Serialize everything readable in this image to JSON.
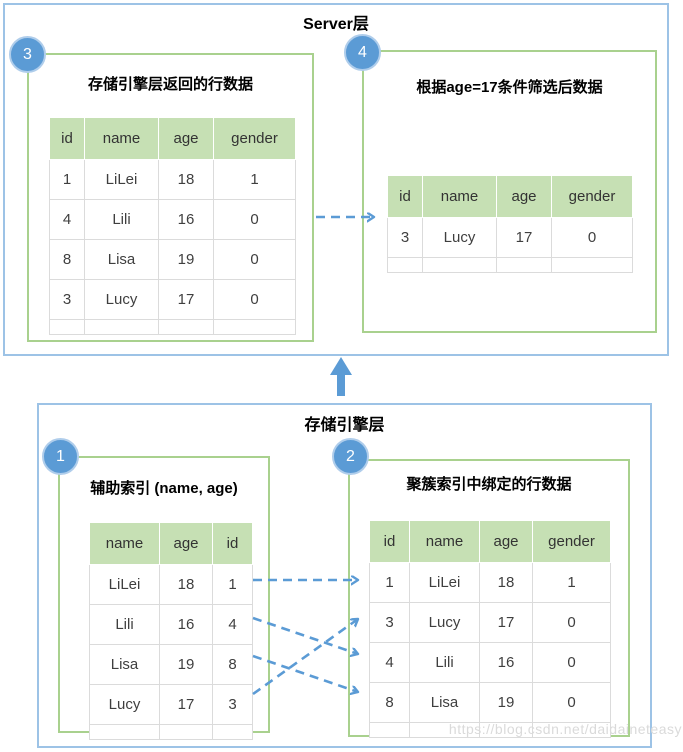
{
  "server_layer": {
    "label": "Server层",
    "step3": {
      "badge": "3",
      "title": "存储引擎层返回的行数据",
      "table": {
        "headers": [
          "id",
          "name",
          "age",
          "gender"
        ],
        "rows": [
          [
            "1",
            "LiLei",
            "18",
            "1"
          ],
          [
            "4",
            "Lili",
            "16",
            "0"
          ],
          [
            "8",
            "Lisa",
            "19",
            "0"
          ],
          [
            "3",
            "Lucy",
            "17",
            "0"
          ]
        ]
      }
    },
    "step4": {
      "badge": "4",
      "title": "根据age=17条件筛选后数据",
      "table": {
        "headers": [
          "id",
          "name",
          "age",
          "gender"
        ],
        "rows": [
          [
            "3",
            "Lucy",
            "17",
            "0"
          ]
        ]
      }
    }
  },
  "engine_layer": {
    "label": "存储引擎层",
    "step1": {
      "badge": "1",
      "title": "辅助索引 (name, age)",
      "table": {
        "headers": [
          "name",
          "age",
          "id"
        ],
        "rows": [
          [
            "LiLei",
            "18",
            "1"
          ],
          [
            "Lili",
            "16",
            "4"
          ],
          [
            "Lisa",
            "19",
            "8"
          ],
          [
            "Lucy",
            "17",
            "3"
          ]
        ]
      }
    },
    "step2": {
      "badge": "2",
      "title": "聚簇索引中绑定的行数据",
      "table": {
        "headers": [
          "id",
          "name",
          "age",
          "gender"
        ],
        "rows": [
          [
            "1",
            "LiLei",
            "18",
            "1"
          ],
          [
            "3",
            "Lucy",
            "17",
            "0"
          ],
          [
            "4",
            "Lili",
            "16",
            "0"
          ],
          [
            "8",
            "Lisa",
            "19",
            "0"
          ]
        ]
      }
    }
  },
  "arrows": {
    "filter_arrow": "rows passed from step3 table to step4 filtered table",
    "up_arrow": "storage engine layer returns rows to server layer",
    "lookup_arrows": "secondary index id -> clustered index row (1→1, 4→4, 8→8, 3→3)"
  },
  "colors": {
    "outer_border_blue": "#9DC3E6",
    "inner_border_green": "#A9D18E",
    "table_header_green": "#C6E0B4",
    "badge_arrow_blue": "#5B9BD5",
    "cell_border_gray": "#DBDBDB",
    "watermark_gray": "#DADADA"
  },
  "watermark": "https://blog.csdn.net/daidaineteasy"
}
